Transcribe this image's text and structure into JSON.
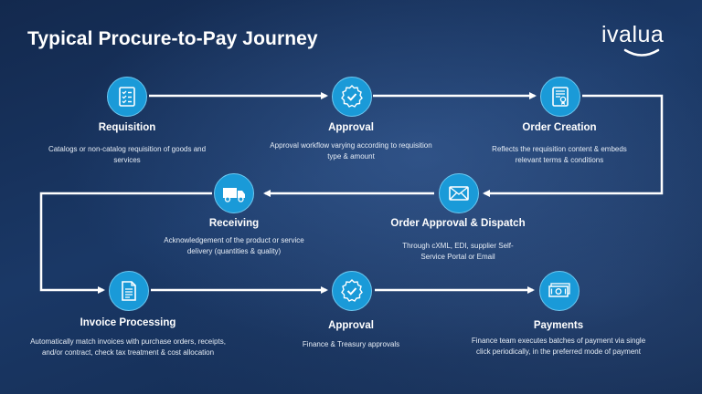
{
  "title": "Typical Procure-to-Pay Journey",
  "logo": {
    "text": "ivalua"
  },
  "colors": {
    "icon_fill": "#1a9ad8",
    "background": "#163463",
    "connector": "#ffffff"
  },
  "steps": [
    {
      "icon": "checklist-icon",
      "title": "Requisition",
      "description": "Catalogs or non-catalog requisition of goods and services"
    },
    {
      "icon": "approval-badge-icon",
      "title": "Approval",
      "description": "Approval workflow varying according to requisition type & amount"
    },
    {
      "icon": "certificate-document-icon",
      "title": "Order Creation",
      "description": "Reflects the requisition content & embeds relevant terms & conditions"
    },
    {
      "icon": "envelope-icon",
      "title": "Order Approval & Dispatch",
      "description": "Through cXML, EDI, supplier Self-Service Portal or Email"
    },
    {
      "icon": "delivery-truck-icon",
      "title": "Receiving",
      "description": "Acknowledgement of the product or service delivery (quantities & quality)"
    },
    {
      "icon": "invoice-document-icon",
      "title": "Invoice Processing",
      "description": "Automatically match invoices with purchase orders, receipts, and/or contract, check tax treatment & cost allocation"
    },
    {
      "icon": "approval-badge-icon",
      "title": "Approval",
      "description": "Finance & Treasury approvals"
    },
    {
      "icon": "banknotes-icon",
      "title": "Payments",
      "description": "Finance team executes batches of payment via single click periodically, in the preferred mode of payment"
    }
  ]
}
